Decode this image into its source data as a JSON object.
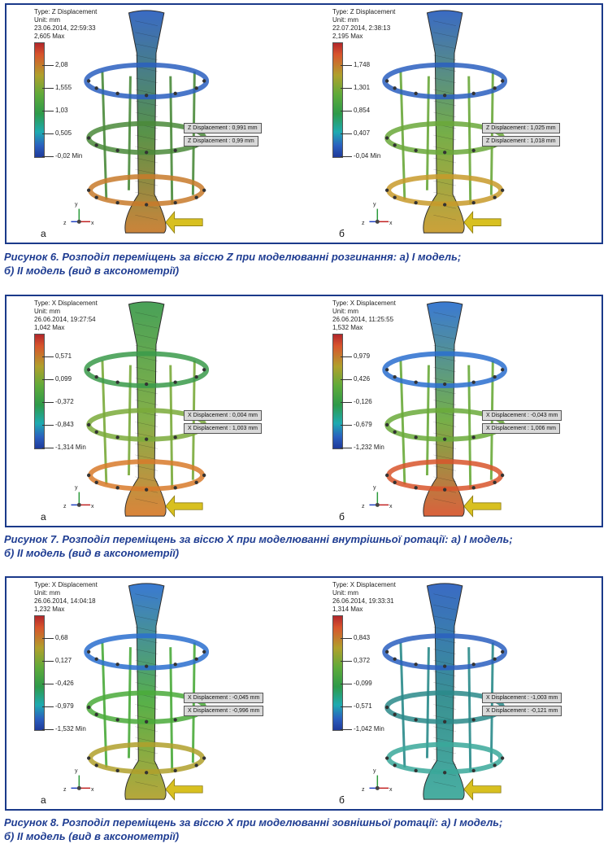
{
  "figures": [
    {
      "caption_line1": "Рисунок 6. Розподіл переміщень за віссю Z при моделюванні розгинання: а) І модель;",
      "caption_line2": "б) ІІ модель (вид в аксонометрії)",
      "panels": [
        {
          "letter": "а",
          "type": "Type: Z Displacement",
          "unit": "Unit: mm",
          "date": "23.06.2014, 22:59:33",
          "max": "2,605 Max",
          "ticks": [
            "2,08",
            "1,555",
            "1,03",
            "0,505"
          ],
          "min": "-0,02 Min",
          "callouts": [
            "Z Displacement : 0,991 mm",
            "Z Displacement : 0,99 mm"
          ],
          "axis_labels": [
            "y",
            "z",
            "x"
          ],
          "colors": [
            "#c87a2a",
            "#4a8a3a",
            "#2a5fbf"
          ]
        },
        {
          "letter": "б",
          "type": "Type: Z Displacement",
          "unit": "Unit: mm",
          "date": "22.07.2014, 2:38:13",
          "max": "2,195 Max",
          "ticks": [
            "1,748",
            "1,301",
            "0,854",
            "0,407"
          ],
          "min": "-0,04 Min",
          "callouts": [
            "Z Displacement : 1,025 mm",
            "Z Displacement : 1,018 mm"
          ],
          "axis_labels": [
            "y",
            "z",
            "x"
          ],
          "colors": [
            "#c89a2a",
            "#6aa83a",
            "#2a5fbf"
          ]
        }
      ]
    },
    {
      "caption_line1": "Рисунок 7. Розподіл переміщень за віссю X при моделюванні внутрішньої ротації: а) І модель;",
      "caption_line2": "б) ІІ модель (вид в аксонометрії)",
      "panels": [
        {
          "letter": "а",
          "type": "Type: X Displacement",
          "unit": "Unit: mm",
          "date": "26.06.2014, 19:27:54",
          "max": "1,042 Max",
          "ticks": [
            "0,571",
            "0,099",
            "-0,372",
            "-0,843"
          ],
          "min": "-1,314 Min",
          "callouts": [
            "X Displacement : 0,004 mm",
            "X Displacement : 1,003 mm"
          ],
          "axis_labels": [
            "y",
            "z",
            "x"
          ],
          "colors": [
            "#d87a2a",
            "#7aaa3a",
            "#3a9a4a"
          ]
        },
        {
          "letter": "б",
          "type": "Type: X Displacement",
          "unit": "Unit: mm",
          "date": "26.06.2014, 11:25:55",
          "max": "1,532 Max",
          "ticks": [
            "0,979",
            "0,426",
            "-0,126",
            "-0,679"
          ],
          "min": "-1,232 Min",
          "callouts": [
            "X Displacement : -0,043 mm",
            "X Displacement : 1,006 mm"
          ],
          "axis_labels": [
            "y",
            "z",
            "x"
          ],
          "colors": [
            "#d8552c",
            "#6aaa3a",
            "#2a6fcf"
          ]
        }
      ]
    },
    {
      "caption_line1": "Рисунок 8. Розподіл переміщень за віссю X при моделюванні зовнішньої ротації: а) І модель;",
      "caption_line2": "б) ІІ модель (вид в аксонометрії)",
      "panels": [
        {
          "letter": "а",
          "type": "Type: X Displacement",
          "unit": "Unit: mm",
          "date": "26.06.2014, 14:04:18",
          "max": "1,232 Max",
          "ticks": [
            "0,68",
            "0,127",
            "-0,426",
            "-0,979"
          ],
          "min": "-1,532 Min",
          "callouts": [
            "X Displacement : -0,045 mm",
            "X Displacement : -0,996 mm"
          ],
          "axis_labels": [
            "y",
            "z",
            "x"
          ],
          "colors": [
            "#b0a02c",
            "#4aaa3a",
            "#2a6fcf"
          ]
        },
        {
          "letter": "б",
          "type": "Type: X Displacement",
          "unit": "Unit: mm",
          "date": "26.06.2014, 19:33:31",
          "max": "1,314 Max",
          "ticks": [
            "0,843",
            "0,372",
            "-0,099",
            "-0,571"
          ],
          "min": "-1,042 Min",
          "callouts": [
            "X Displacement : -1,003 mm",
            "X Displacement : -0,121 mm"
          ],
          "axis_labels": [
            "y",
            "z",
            "x"
          ],
          "colors": [
            "#3aa89a",
            "#2a8a8a",
            "#2a5fbf"
          ]
        }
      ]
    }
  ]
}
